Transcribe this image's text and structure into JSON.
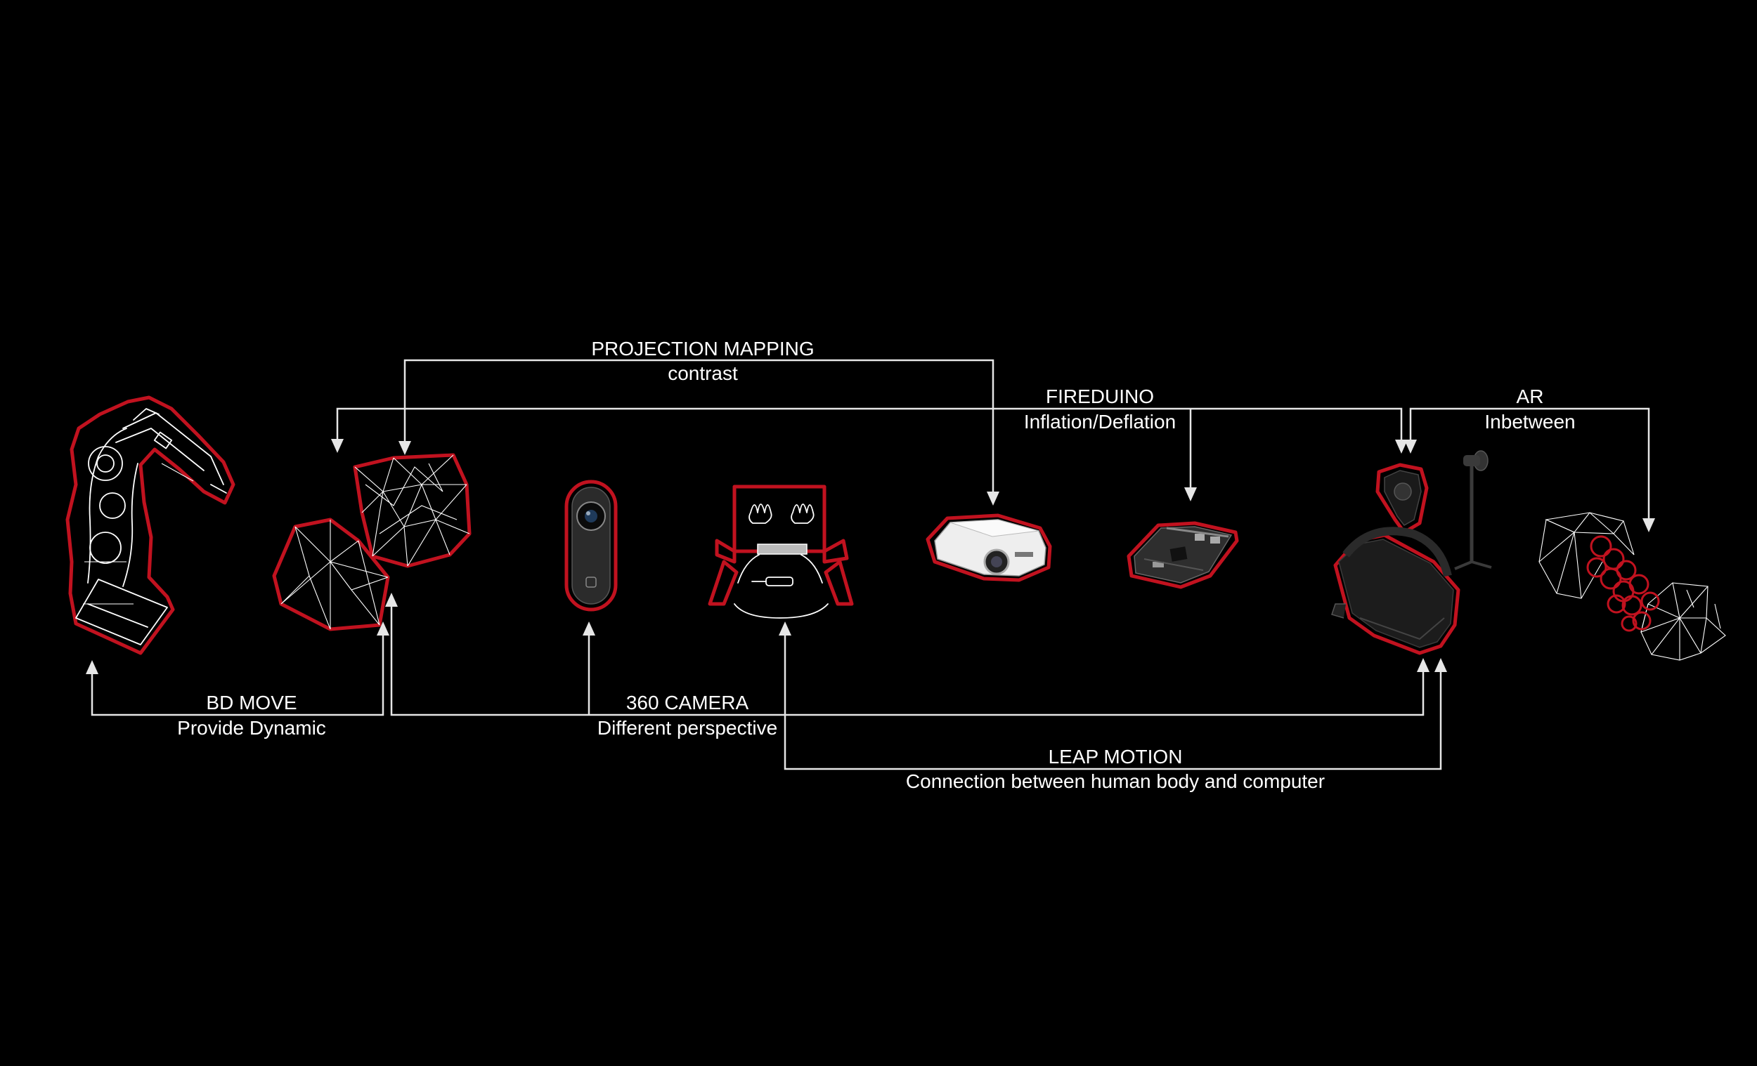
{
  "diagram": {
    "background": "#000000",
    "accent_color": "#c1121f",
    "line_color": "#e6e6e6",
    "devices": [
      {
        "id": "robot-arm",
        "icon": "industrial-robot-arm-icon"
      },
      {
        "id": "inflatable",
        "icon": "triangulated-inflatable-icon"
      },
      {
        "id": "camera360",
        "icon": "360-camera-icon"
      },
      {
        "id": "leap",
        "icon": "hands-leap-motion-icon"
      },
      {
        "id": "projector",
        "icon": "projector-icon"
      },
      {
        "id": "fireduino",
        "icon": "circuit-board-icon"
      },
      {
        "id": "vr",
        "icon": "vr-headset-icon"
      },
      {
        "id": "ar",
        "icon": "ar-structure-icon"
      }
    ],
    "connections": {
      "projection_mapping": {
        "title": "PROJECTION MAPPING",
        "subtitle": "contrast"
      },
      "fireduino": {
        "title": "FIREDUINO",
        "subtitle": "Inflation/Deflation"
      },
      "ar": {
        "title": "AR",
        "subtitle": "Inbetween"
      },
      "bd_move": {
        "title": "BD MOVE",
        "subtitle": "Provide Dynamic"
      },
      "camera_360": {
        "title": "360 CAMERA",
        "subtitle": "Different perspective"
      },
      "leap_motion": {
        "title": "LEAP MOTION",
        "subtitle": "Connection between human body and computer"
      }
    }
  }
}
